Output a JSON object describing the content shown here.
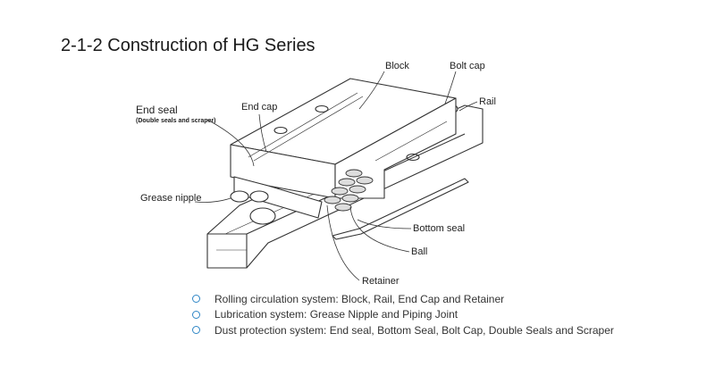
{
  "title": "2-1-2  Construction of HG Series",
  "labels": {
    "block": "Block",
    "bolt_cap": "Bolt cap",
    "rail": "Rail",
    "end_seal": "End seal",
    "end_seal_sub": "(Double seals and scraper)",
    "end_cap": "End cap",
    "grease_nipple": "Grease nipple",
    "bottom_seal": "Bottom seal",
    "ball": "Ball",
    "retainer": "Retainer"
  },
  "bullets": [
    {
      "text": "Rolling circulation system: Block, Rail, End Cap and Retainer",
      "icon": "circle-bullet-icon"
    },
    {
      "text": "Lubrication system: Grease Nipple and Piping Joint",
      "icon": "circle-bullet-icon"
    },
    {
      "text": "Dust protection system: End seal, Bottom Seal, Bolt Cap, Double Seals and Scraper",
      "icon": "circle-bullet-icon"
    }
  ],
  "colors": {
    "bullet": "#2f86c6",
    "line": "#333333"
  }
}
